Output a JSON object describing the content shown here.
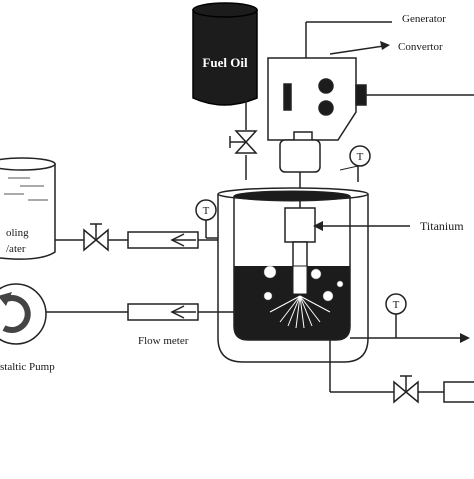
{
  "labels": {
    "fuel_oil": "Fuel Oil",
    "generator": "Generator",
    "convertor": "Convertor",
    "titanium": "Titanium",
    "cooling_water_line1": "oling",
    "cooling_water_line2": "/ater",
    "flow_meter": "Flow meter",
    "peristaltic_pump": "staltic Pump",
    "temp_symbol": "T"
  }
}
